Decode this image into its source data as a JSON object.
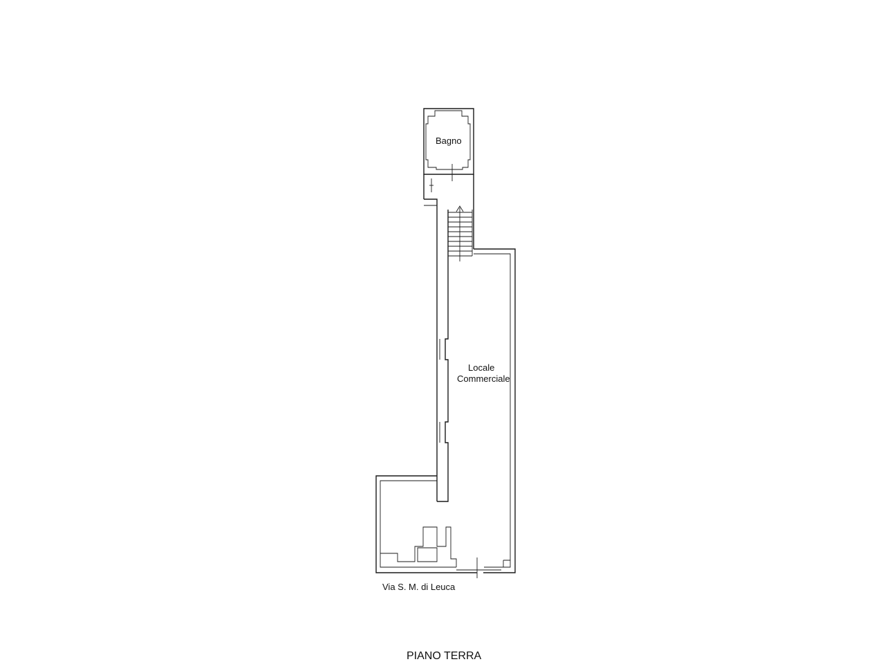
{
  "plan": {
    "floor_title": "PIANO TERRA",
    "street_label": "Via S. M. di Leuca",
    "rooms": {
      "bathroom": "Bagno",
      "shop_line1": "Locale",
      "shop_line2": "Commerciale"
    }
  }
}
